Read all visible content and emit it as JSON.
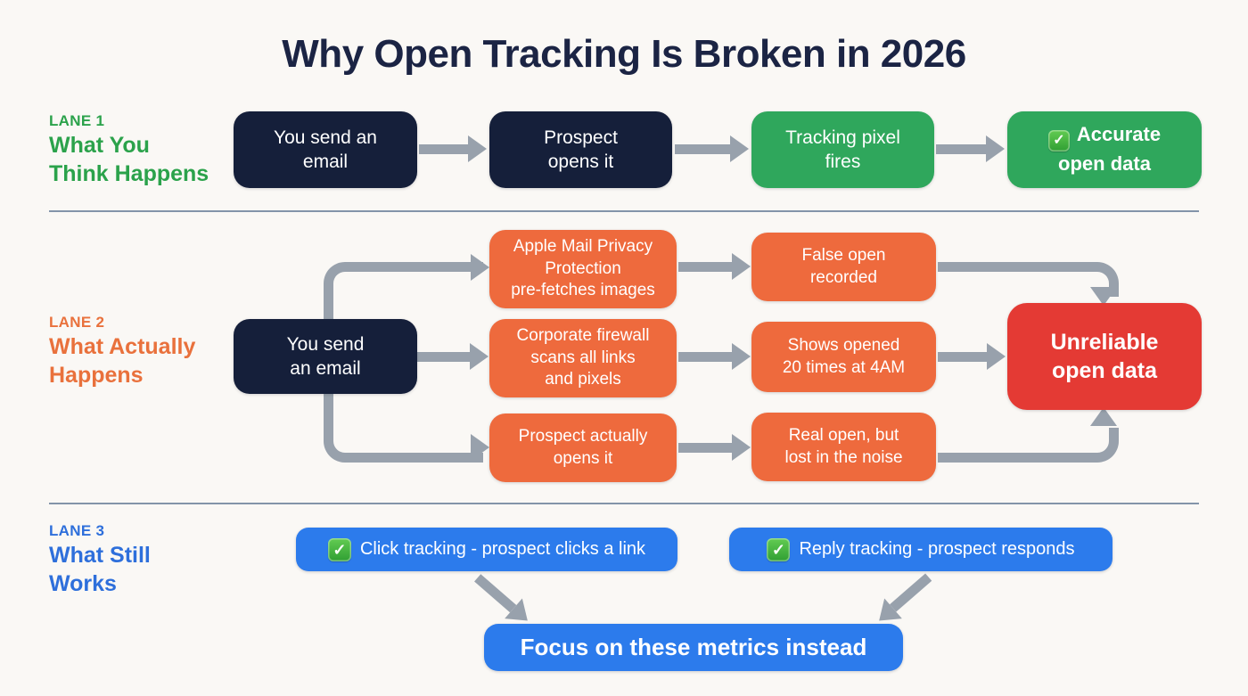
{
  "title": "Why Open Tracking Is Broken in 2026",
  "icons": {
    "check": "✓"
  },
  "colors": {
    "background": "#FAF8F5",
    "title_navy": "#1B2444",
    "box_navy": "#151F3A",
    "green": "#2FA75C",
    "orange": "#EE6A3D",
    "red": "#E43A34",
    "blue": "#2C7BEC",
    "arrow_gray": "#98A1AC",
    "lane1_label_green": "#2BA24B",
    "lane2_label_orange": "#E9713C",
    "lane3_label_blue": "#2E6FDB"
  },
  "lane1": {
    "label": "LANE 1",
    "title_lines": [
      "What You",
      "Think Happens"
    ],
    "box1_lines": [
      "You send an",
      "email"
    ],
    "box2_lines": [
      "Prospect",
      "opens it"
    ],
    "box3_lines": [
      "Tracking pixel",
      "fires"
    ],
    "box4_line1": "Accurate",
    "box4_line2": "open data"
  },
  "lane2": {
    "label": "LANE 2",
    "title_lines": [
      "What Actually",
      "Happens"
    ],
    "source_lines": [
      "You send",
      "an email"
    ],
    "mid1_lines": [
      "Apple Mail Privacy",
      "Protection",
      "pre-fetches images"
    ],
    "mid2_lines": [
      "Corporate firewall",
      "scans all links",
      "and pixels"
    ],
    "mid3_lines": [
      "Prospect actually",
      "opens it"
    ],
    "res1_lines": [
      "False open",
      "recorded"
    ],
    "res2_lines": [
      "Shows opened",
      "20 times at 4AM"
    ],
    "res3_lines": [
      "Real open, but",
      "lost in the noise"
    ],
    "final_lines": [
      "Unreliable",
      "open data"
    ]
  },
  "lane3": {
    "label": "LANE 3",
    "title_lines": [
      "What Still",
      "Works"
    ],
    "pill1": "Click tracking - prospect clicks a link",
    "pill2": "Reply tracking - prospect responds",
    "final": "Focus on these metrics instead"
  }
}
